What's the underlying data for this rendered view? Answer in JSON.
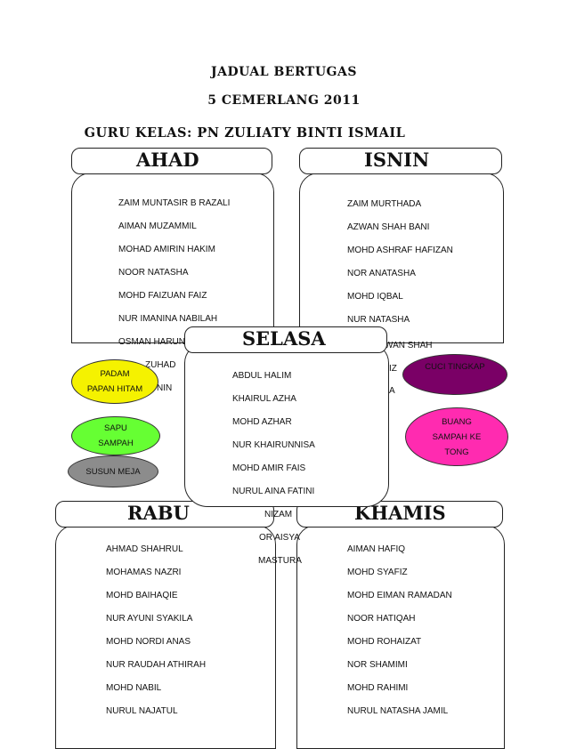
{
  "header": {
    "title": "JADUAL BERTUGAS",
    "class_name": "5 CEMERLANG 2011",
    "teacher": "GURU KELAS: PN ZULIATY BINTI ISMAIL"
  },
  "days": {
    "ahad": {
      "label": "AHAD",
      "names": [
        "ZAIM MUNTASIR B RAZALI",
        "AIMAN MUZAMMIL",
        "MOHAD AMIRIN HAKIM",
        "NOOR NATASHA",
        "MOHD FAIZUAN FAIZ",
        "NUR IMANINA NABILAH",
        "OSMAN HARUN",
        "ZUHAD",
        "NIN"
      ]
    },
    "isnin": {
      "label": "ISNIN",
      "names": [
        "ZAIM MURTHADA",
        "AZWAN SHAH BANI",
        "MOHD ASHRAF HAFIZAN",
        "NOR ANATASHA",
        "MOHD IQBAL",
        "NUR NATASHA",
        "WAN SHAH",
        "IZ",
        "A"
      ]
    },
    "selasa": {
      "label": "SELASA",
      "names": [
        "ABDUL HALIM",
        "KHAIRUL AZHA",
        "MOHD AZHAR",
        "NUR KHAIRUNNISA",
        "MOHD AMIR FAIS",
        "NURUL AINA FATINI",
        "NIZAM",
        "OR AISYA",
        "MASTURA"
      ]
    },
    "rabu": {
      "label": "RABU",
      "names": [
        "AHMAD SHAHRUL",
        "MOHAMAS NAZRI",
        "MOHD BAIHAQIE",
        "NUR AYUNI SYAKILA",
        "MOHD NORDI ANAS",
        "NUR RAUDAH ATHIRAH",
        "MOHD NABIL",
        "NURUL NAJATUL"
      ]
    },
    "khamis": {
      "label": "KHAMIS",
      "names": [
        "AIMAN HAFIQ",
        "MOHD SYAFIZ",
        "MOHD EIMAN RAMADAN",
        "NOOR HATIQAH",
        "MOHD ROHAIZAT",
        "NOR SHAMIMI",
        "MOHD RAHIMI",
        "NURUL NATASHA JAMIL"
      ]
    }
  },
  "duties": {
    "padam": {
      "line1": "PADAM",
      "line2": "PAPAN HITAM",
      "color": "#f5f200"
    },
    "sapu": {
      "line1": "SAPU",
      "line2": "SAMPAH",
      "color": "#66ff33"
    },
    "susun": {
      "line1": "SUSUN MEJA",
      "color": "#8c8c8c"
    },
    "cuci": {
      "line1": "CUCI TINGKAP",
      "color": "#7a0066"
    },
    "buang": {
      "line1": "BUANG",
      "line2": "SAMPAH KE",
      "line3": "TONG",
      "color": "#ff2bb0"
    }
  }
}
